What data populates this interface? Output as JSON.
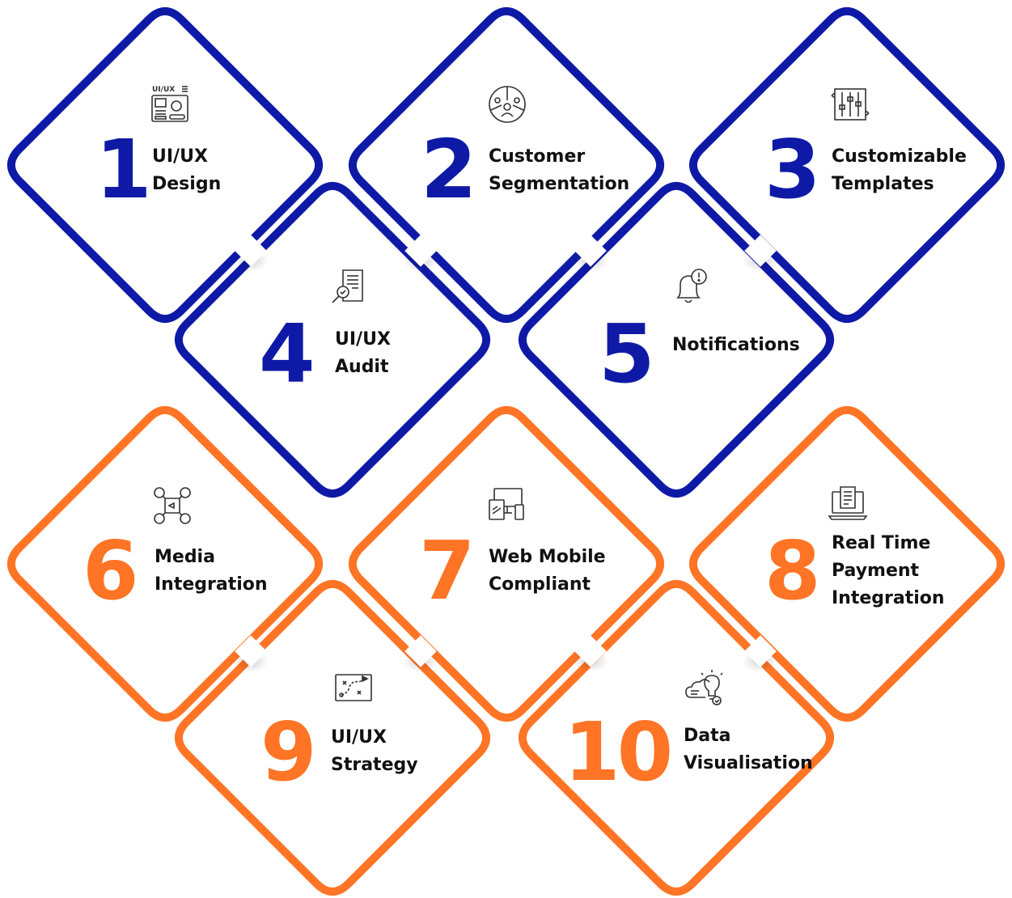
{
  "colors": {
    "blue": "#0e1aa6",
    "orange": "#ff7425",
    "text": "#111111",
    "icon": "#333333"
  },
  "items": [
    {
      "number": "1",
      "lines": [
        "UI/UX",
        "Design"
      ],
      "color": "blue",
      "icon": "ui-ux-wireframe-icon",
      "icon_text": "UI/UX"
    },
    {
      "number": "2",
      "lines": [
        "Customer",
        "Segmentation"
      ],
      "color": "blue",
      "icon": "segmentation-pie-icon"
    },
    {
      "number": "3",
      "lines": [
        "Customizable",
        "Templates"
      ],
      "color": "blue",
      "icon": "sliders-icon"
    },
    {
      "number": "4",
      "lines": [
        "UI/UX",
        "Audit"
      ],
      "color": "blue",
      "icon": "audit-document-icon"
    },
    {
      "number": "5",
      "lines": [
        "Notifications"
      ],
      "color": "blue",
      "icon": "bell-alert-icon"
    },
    {
      "number": "6",
      "lines": [
        "Media",
        "Integration"
      ],
      "color": "orange",
      "icon": "social-media-icon"
    },
    {
      "number": "7",
      "lines": [
        "Web Mobile",
        "Compliant"
      ],
      "color": "orange",
      "icon": "responsive-devices-icon"
    },
    {
      "number": "8",
      "lines": [
        "Real Time",
        "Payment",
        "Integration"
      ],
      "color": "orange",
      "icon": "laptop-invoice-icon"
    },
    {
      "number": "9",
      "lines": [
        "UI/UX",
        "Strategy"
      ],
      "color": "orange",
      "icon": "strategy-map-icon"
    },
    {
      "number": "10",
      "lines": [
        "Data",
        "Visualisation"
      ],
      "color": "orange",
      "icon": "cloud-idea-icon"
    }
  ]
}
